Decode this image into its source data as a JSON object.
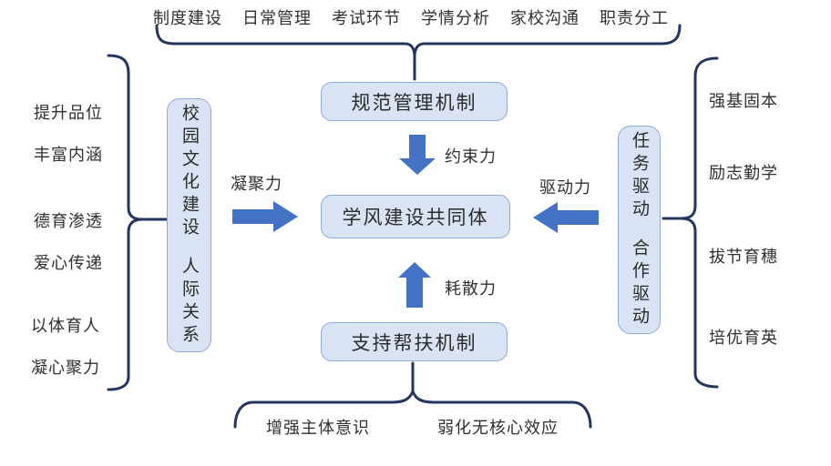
{
  "colors": {
    "box_fill": "#dae3f3",
    "box_border": "#8faadc",
    "arrow_fill": "#4472c4",
    "brace": "#24365f",
    "text": "#303030",
    "background": "#ffffff"
  },
  "top_group": {
    "labels": [
      "制度建设",
      "日常管理",
      "考试环节",
      "学情分析",
      "家校沟通",
      "职责分工"
    ]
  },
  "bottom_group": {
    "labels": [
      "增强主体意识",
      "弱化无核心效应"
    ]
  },
  "left_group": {
    "labels": [
      {
        "line1": "提升品位",
        "line2": "丰富内涵"
      },
      {
        "line1": "德育渗透",
        "line2": "爱心传递"
      },
      {
        "line1": "以体育人",
        "line2": "凝心聚力"
      }
    ]
  },
  "right_group": {
    "labels": [
      "强基固本",
      "励志勤学",
      "拔节育穗",
      "培优育英"
    ]
  },
  "boxes": {
    "top": "规范管理机制",
    "center": "学风建设共同体",
    "bottom": "支持帮扶机制",
    "left": {
      "line1": "校园文化建设",
      "line2": "人际关系"
    },
    "right": {
      "line1": "任务驱动",
      "line2": "合作驱动"
    }
  },
  "forces": {
    "constraint": "约束力",
    "dissipation": "耗散力",
    "cohesion": "凝聚力",
    "drive": "驱动力"
  }
}
